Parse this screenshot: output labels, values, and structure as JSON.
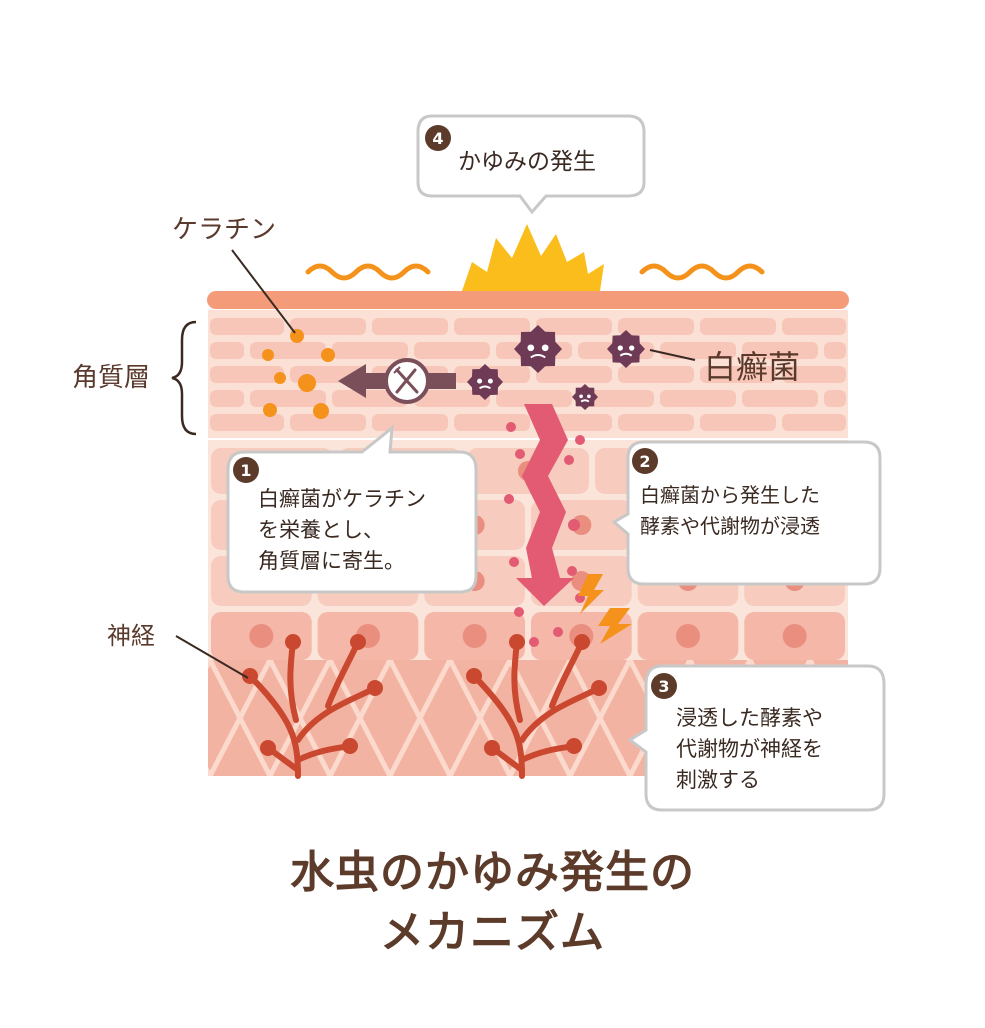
{
  "title": {
    "line1": "水虫のかゆみ発生の",
    "line2": "メカニズム"
  },
  "labels": {
    "keratin": "ケラチン",
    "stratum_corneum": "角質層",
    "trichophyton": "白癬菌",
    "nerve": "神経"
  },
  "steps": [
    {
      "number": "1",
      "text": "白癬菌がケラチン\nを栄養とし、\n角質層に寄生。"
    },
    {
      "number": "2",
      "text": "白癬菌から発生した\n酵素や代謝物が浸透"
    },
    {
      "number": "3",
      "text": "浸透した酵素や\n代謝物が神経を\n刺激する"
    },
    {
      "number": "4",
      "text": "かゆみの発生"
    }
  ],
  "icons": {
    "feeding": "fork-knife-icon",
    "fungus": "fungus-germ-icon",
    "itch": "itch-burst-icon",
    "stimulus": "lightning-icon"
  },
  "colors": {
    "title": "#5c3b2b",
    "skin_top": "#f49c7a",
    "cell_fill": "#f7c6b8",
    "fungus": "#6e3a55",
    "keratin_dot": "#f5921b",
    "penetration_arrow": "#e25b73",
    "nerve": "#c9482f",
    "itch_burst": "#fbbd1b"
  }
}
